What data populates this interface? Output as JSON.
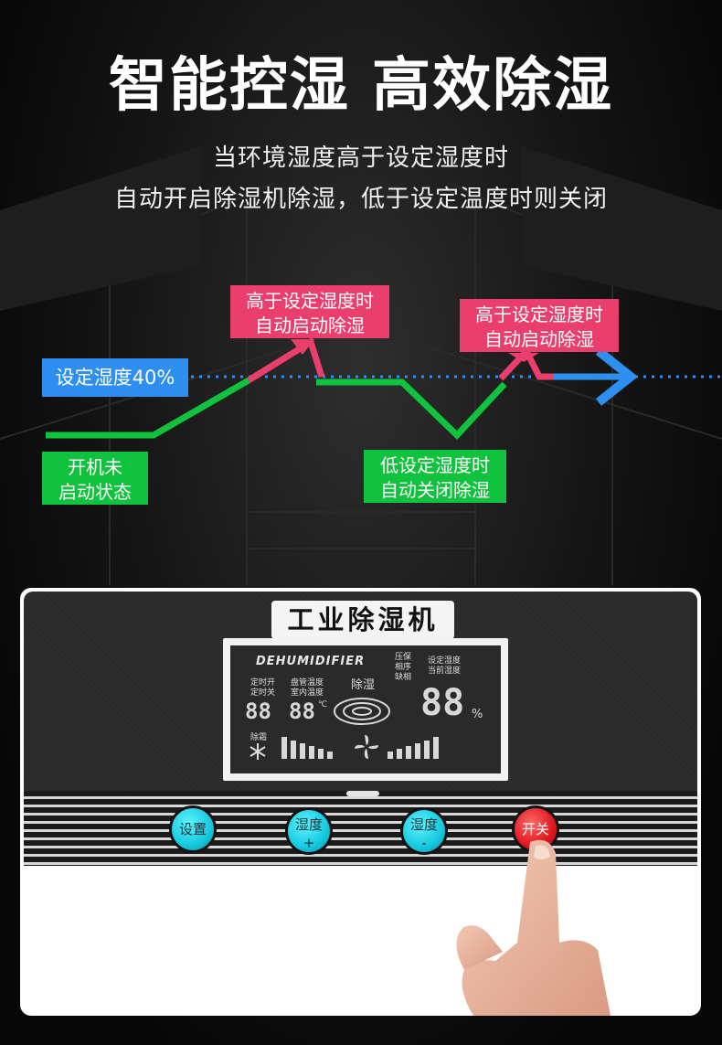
{
  "headline": "智能控湿 高效除湿",
  "subtitle": {
    "line1": "当环境湿度高于设定湿度时",
    "line2": "自动开启除湿机除湿，低于设定温度时则关闭"
  },
  "callouts": {
    "set_humidity": "设定湿度40%",
    "high_1_line1": "高于设定湿度时",
    "high_1_line2": "自动启动除湿",
    "high_2_line1": "高于设定湿度时",
    "high_2_line2": "自动启动除湿",
    "off_line1": "开机未",
    "off_line2": "启动状态",
    "low_line1": "低设定湿度时",
    "low_line2": "自动关闭除湿"
  },
  "colors": {
    "green": "#11c23f",
    "red": "#ea3f6c",
    "blue": "#2e8ff0"
  },
  "device": {
    "brand": "工业除湿机",
    "lcd": {
      "title": "DEHUMIDIFIER",
      "timer_on": "定时开",
      "timer_off": "定时关",
      "coil_temp": "盘管温度",
      "room_temp": "室内温度",
      "mode": "除湿",
      "fault_1": "压保",
      "fault_2": "相序",
      "fault_3": "缺相",
      "set_humidity": "设定湿度",
      "current_humidity": "当前湿度",
      "defrost": "除霜",
      "digits_timer": "88",
      "digits_temp": "88",
      "celsius": "℃",
      "digits_humidity": "88",
      "percent": "%"
    },
    "buttons": {
      "settings": "设置",
      "humidity": "湿度",
      "plus": "+",
      "minus": "-",
      "power": "开关"
    }
  }
}
